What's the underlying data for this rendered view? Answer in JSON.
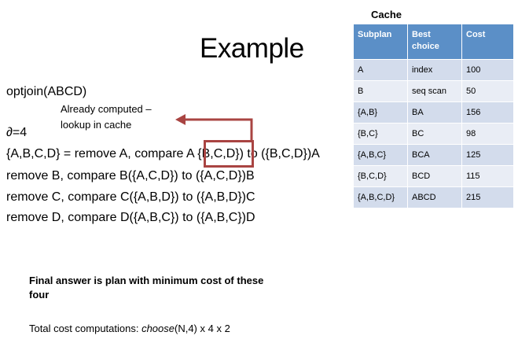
{
  "slide": {
    "title": "Example",
    "lines": {
      "call": "optjoin(ABCD)",
      "note_line1": "Already computed –",
      "note_line2": "lookup in cache",
      "depth": "∂=4",
      "step1_prefix": "{A,B,C,D} = remove A, compare A ",
      "step1_highlight": "{B,C,D})",
      "step1_suffix": " to ({B,C,D})A",
      "step2": "remove B, compare B({A,C,D}) to ({A,C,D})B",
      "step3": "remove C, compare C({A,B,D}) to ({A,B,D})C",
      "step4": "remove D, compare D({A,B,C}) to ({A,B,C})D"
    },
    "final_answer": "Final answer is plan with minimum cost of these four",
    "total_prefix": "Total cost computations: ",
    "total_italic": "choose",
    "total_suffix": "(N,4) x 4 x 2",
    "colors": {
      "highlight": "#a94442",
      "table_header": "#5b8fc7",
      "row_odd": "#d3dcec",
      "row_even": "#e9edf5"
    }
  },
  "cache": {
    "label": "Cache",
    "headers": [
      "Subplan",
      "Best choice",
      "Cost"
    ],
    "rows": [
      [
        "A",
        "index",
        "100"
      ],
      [
        "B",
        "seq scan",
        "50"
      ],
      [
        "{A,B}",
        "BA",
        "156"
      ],
      [
        "{B,C}",
        "BC",
        "98"
      ],
      [
        "{A,B,C}",
        "BCA",
        "125"
      ],
      [
        "{B,C,D}",
        "BCD",
        "115"
      ],
      [
        "{A,B,C,D}",
        "ABCD",
        "215"
      ]
    ]
  }
}
